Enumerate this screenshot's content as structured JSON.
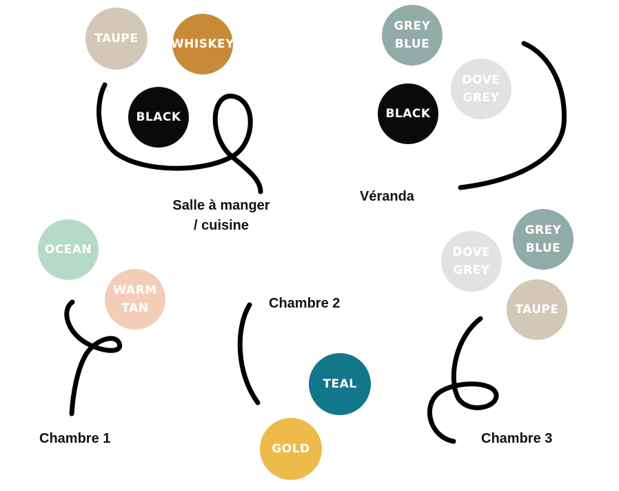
{
  "rooms": [
    {
      "label": "Salle à manger\n/ cuisine",
      "swatches": [
        {
          "name": "TAUPE",
          "color": "#d3c7b7"
        },
        {
          "name": "WHISKEY",
          "color": "#c98a38"
        },
        {
          "name": "BLACK",
          "color": "#0a0a0a"
        }
      ]
    },
    {
      "label": "Véranda",
      "swatches": [
        {
          "name": "GREY\nBLUE",
          "color": "#93aba6"
        },
        {
          "name": "DOVE\nGREY",
          "color": "#e4e2e1"
        },
        {
          "name": "BLACK",
          "color": "#0a0a0a"
        }
      ]
    },
    {
      "label": "Chambre 1",
      "swatches": [
        {
          "name": "OCEAN",
          "color": "#b6dac8"
        },
        {
          "name": "WARM\nTAN",
          "color": "#f4cdb8"
        }
      ]
    },
    {
      "label": "Chambre 2",
      "swatches": [
        {
          "name": "TEAL",
          "color": "#12778a"
        },
        {
          "name": "GOLD",
          "color": "#ecbb4a"
        }
      ]
    },
    {
      "label": "Chambre 3",
      "swatches": [
        {
          "name": "DOVE\nGREY",
          "color": "#e4e2e1"
        },
        {
          "name": "GREY\nBLUE",
          "color": "#93aba6"
        },
        {
          "name": "TAUPE",
          "color": "#d3c7b7"
        }
      ]
    }
  ]
}
